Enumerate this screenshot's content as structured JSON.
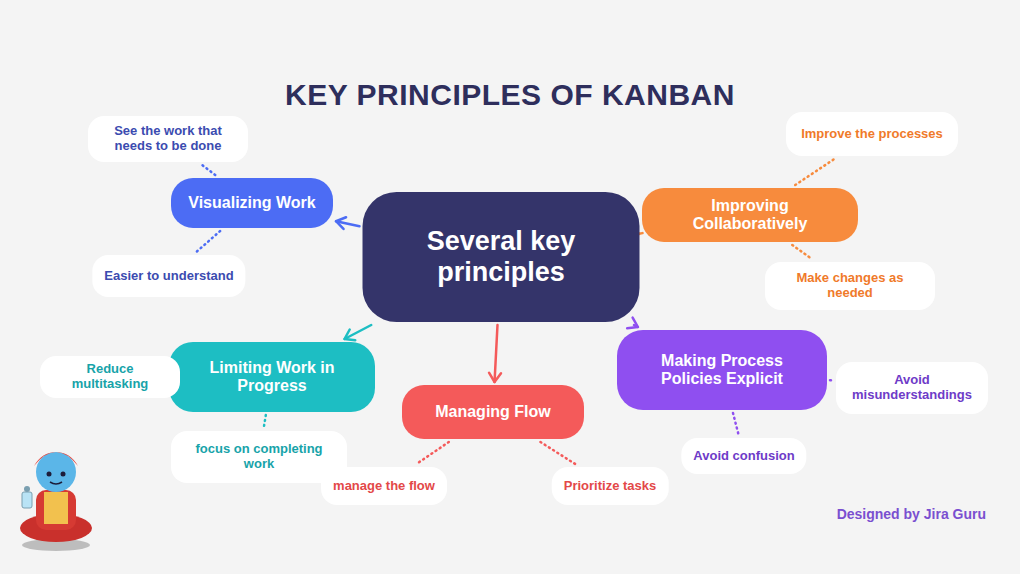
{
  "diagram": {
    "title": "KEY PRINCIPLES OF KANBAN",
    "nodes": [
      {
        "text": [
          "Several key principles"
        ]
      },
      {
        "text": [
          "Visualizing Work"
        ]
      },
      {
        "text": [
          "See the work that needs to be done"
        ]
      },
      {
        "text": [
          "Easier to understand"
        ]
      },
      {
        "text": [
          "Improving Collaboratively"
        ]
      },
      {
        "text": [
          "Improve the processes"
        ]
      },
      {
        "text": [
          "Make changes as needed"
        ]
      },
      {
        "text": [
          "Limiting Work in Progress"
        ]
      },
      {
        "text": [
          "Reduce multitasking"
        ]
      },
      {
        "text": [
          "focus on completing work"
        ]
      },
      {
        "text": [
          "Managing Flow"
        ]
      },
      {
        "text": [
          "manage the flow"
        ]
      },
      {
        "text": [
          "Prioritize tasks"
        ]
      },
      {
        "text": [
          "Making Process Policies Explicit"
        ]
      },
      {
        "text": [
          "Avoid misunderstandings"
        ]
      },
      {
        "text": [
          "Avoid confusion"
        ]
      }
    ],
    "edges": [
      {
        "from": 0,
        "to": 1,
        "arrow": "to"
      },
      {
        "from": 0,
        "to": 4,
        "arrow": "to"
      },
      {
        "from": 0,
        "to": 7,
        "arrow": "to"
      },
      {
        "from": 0,
        "to": 10,
        "arrow": "to"
      },
      {
        "from": 0,
        "to": 13,
        "arrow": "to"
      },
      {
        "from": 1,
        "to": 2,
        "arrow": "none"
      },
      {
        "from": 1,
        "to": 3,
        "arrow": "none"
      },
      {
        "from": 4,
        "to": 5,
        "arrow": "none"
      },
      {
        "from": 4,
        "to": 6,
        "arrow": "none"
      },
      {
        "from": 7,
        "to": 8,
        "arrow": "none"
      },
      {
        "from": 7,
        "to": 9,
        "arrow": "none"
      },
      {
        "from": 10,
        "to": 11,
        "arrow": "none"
      },
      {
        "from": 10,
        "to": 12,
        "arrow": "none"
      },
      {
        "from": 13,
        "to": 14,
        "arrow": "none"
      },
      {
        "from": 13,
        "to": 15,
        "arrow": "none"
      }
    ],
    "labels": [
      "Designed by Jira Guru"
    ]
  }
}
